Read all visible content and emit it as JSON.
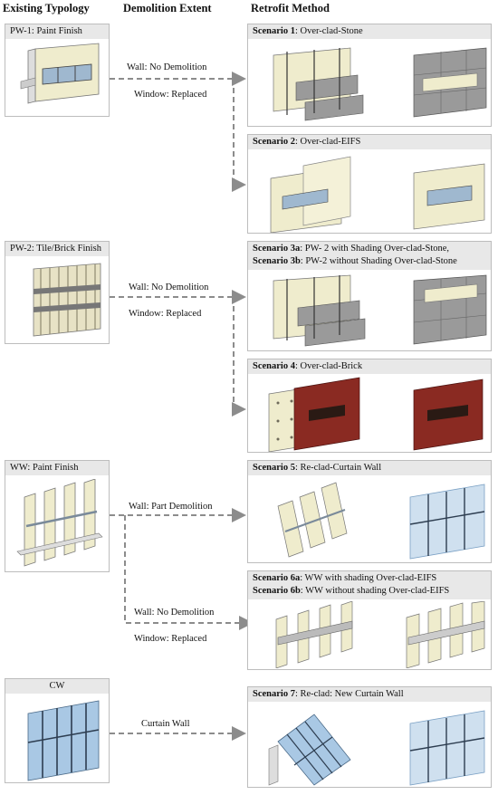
{
  "headers": {
    "existing": "Existing  Typology",
    "demolition": "Demolition  Extent",
    "retrofit": "Retrofit Method"
  },
  "typologies": {
    "pw1": "PW-1: Paint Finish",
    "pw2": "PW-2: Tile/Brick Finish",
    "ww": "WW:  Paint  Finish",
    "cw": "CW"
  },
  "demolition": {
    "pw1_wall": "Wall: No Demolition",
    "pw1_window": "Window: Replaced",
    "pw2_wall": "Wall: No Demolition",
    "pw2_window": "Window: Replaced",
    "ww_part": "Wall: Part Demolition",
    "ww_wall": "Wall: No Demolition",
    "ww_window": "Window: Replaced",
    "cw": "Curtain Wall"
  },
  "scenarios": {
    "s1": {
      "id": "Scenario 1",
      "text": ": Over-clad-Stone"
    },
    "s2": {
      "id": "Scenario 2",
      "text": ": Over-clad-EIFS"
    },
    "s3a": {
      "id": "Scenario 3a",
      "text": ":  PW- 2 with Shading Over-clad-Stone,"
    },
    "s3b": {
      "id": "Scenario 3b",
      "text": ": PW-2 without Shading Over-clad-Stone"
    },
    "s4": {
      "id": "Scenario 4",
      "text": ": Over-clad-Brick"
    },
    "s5": {
      "id": "Scenario 5",
      "text": ": Re-clad-Curtain Wall"
    },
    "s6a": {
      "id": "Scenario 6a",
      "text": ": WW with shading Over-clad-EIFS"
    },
    "s6b": {
      "id": "Scenario 6b",
      "text": ": WW without shading Over-clad-EIFS"
    },
    "s7": {
      "id": "Scenario 7",
      "text": ": Re-clad: New Curtain Wall"
    }
  },
  "colors": {
    "arrow": "#8c8c8c",
    "title_bg": "#e8e8e8",
    "cream": "#efeccd",
    "stone": "#9a9a9a",
    "brick": "#8a2a22",
    "glass": "#a9c8e4"
  }
}
